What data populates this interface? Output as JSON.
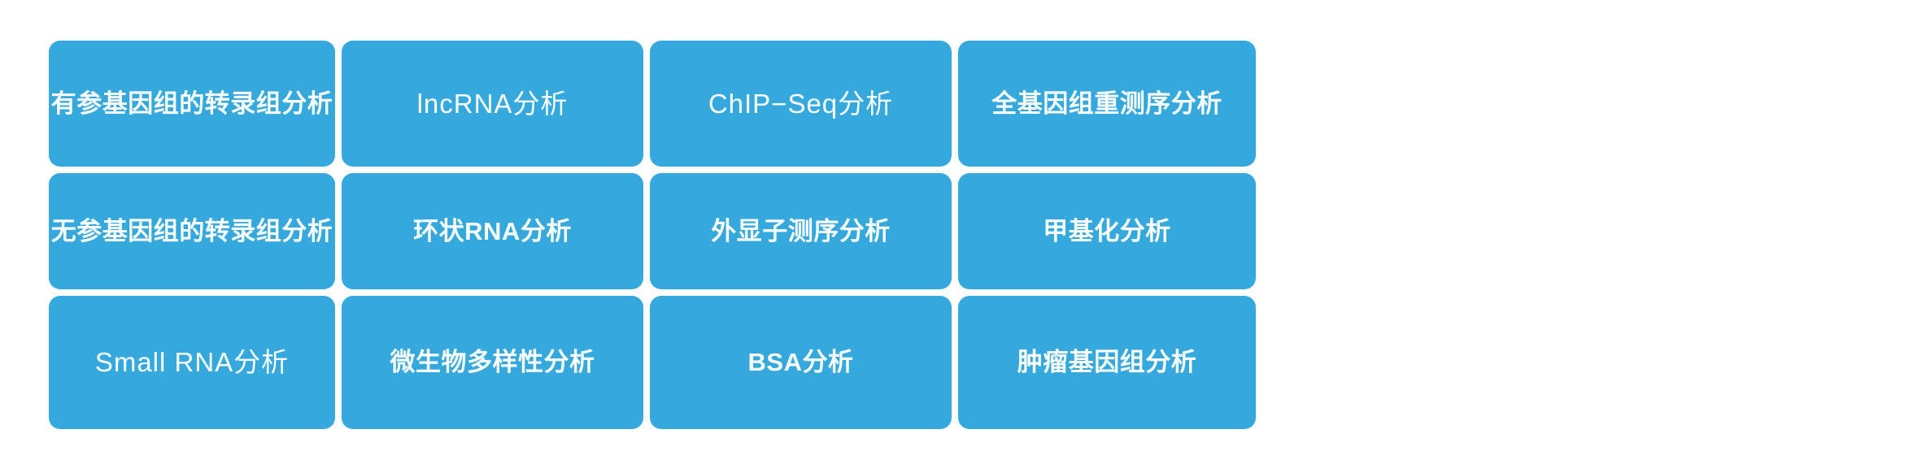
{
  "theme": {
    "background": "#ffffff",
    "card_fill": "#35a9dd",
    "card_text": "#ffffff"
  },
  "grid": {
    "columns": 4,
    "rows": 3,
    "cards": [
      {
        "label": "有参基因组的转录组分析",
        "weight": "bold"
      },
      {
        "label": "lncRNA分析",
        "weight": "light"
      },
      {
        "label": "ChIP−Seq分析",
        "weight": "light"
      },
      {
        "label": "全基因组重测序分析",
        "weight": "bold"
      },
      {
        "label": "无参基因组的转录组分析",
        "weight": "bold"
      },
      {
        "label": "环状RNA分析",
        "weight": "bold"
      },
      {
        "label": "外显子测序分析",
        "weight": "bold"
      },
      {
        "label": "甲基化分析",
        "weight": "bold"
      },
      {
        "label": "Small RNA分析",
        "weight": "light"
      },
      {
        "label": "微生物多样性分析",
        "weight": "bold"
      },
      {
        "label": "BSA分析",
        "weight": "bold"
      },
      {
        "label": "肿瘤基因组分析",
        "weight": "bold"
      }
    ]
  }
}
